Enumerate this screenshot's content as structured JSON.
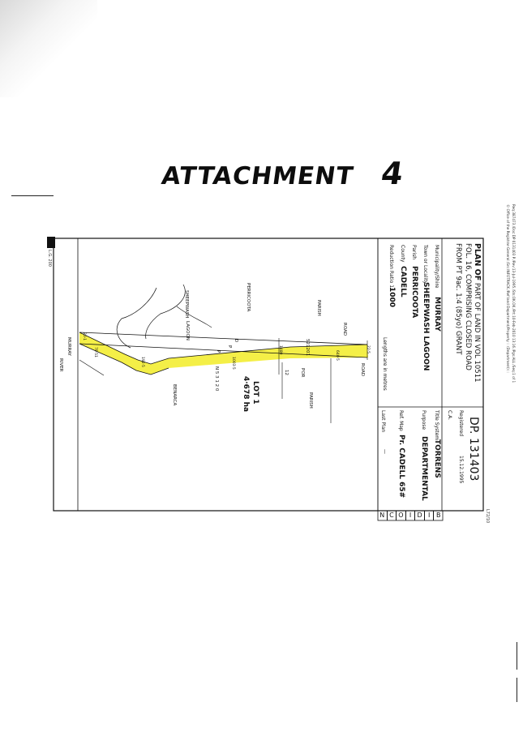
{
  "page_heading": "ATTACHMENT 4",
  "heading_number": "4",
  "heading_word": "ATTACHMENT",
  "fine_print_top": "Req:387473 /Doc:DP 0131403 P /Rev:13-Jul-1995 /Sts:OK.OK /Prt:10-Feb-2010 13:16 /Pgs:ALL /Seq:1 of 1",
  "fine_print_bottom": "© Office of the Registrar-General /Src:INFOTRACK /Ref:land Department/Property :: (Department):::",
  "plan": {
    "title_prefix": "PLAN OF",
    "title_line1": "PART OF LAND IN VOL 10511",
    "title_line2": "FOL. 16, COMPRISING CLOSED ROAD",
    "title_line3": "FROM PT 9ac. 1:4 (85yo) GRANT",
    "lga_label": "Municipality/Shire",
    "lga_value": "MURRAY",
    "locality_label": "Town or Locality",
    "locality_value": "SHEEPWASH LAGOON",
    "parish_label": "Parish",
    "parish_value": "PERRICOOTA",
    "county_label": "County",
    "county_value": "CADELL",
    "scale_label": "Reduction Ratio 1:",
    "scale_value": "1000",
    "lengths_note": "Lengths are in metres",
    "dp_number": "DP. 131403",
    "registered_label": "Registered",
    "registered_date": "15.12.1995",
    "ca_label": "C.A.",
    "title_system_label": "Title System",
    "title_system_value": "TORRENS",
    "purpose_label": "Purpose",
    "purpose_value": "DEPARTMENTAL",
    "ref_map_label": "Ref. Map",
    "ref_map_value": "Pr. CADELL 65#",
    "last_plan_label": "Last Plan",
    "last_plan_value": "—",
    "serial_boxes": [
      "N",
      "C",
      "O",
      "I",
      "D",
      "I",
      "B"
    ],
    "sheet_ref": "L72/10",
    "margin_code": "L.G. 200"
  },
  "drawing": {
    "dp_adjoining_prefix": "D",
    "dp_adjoining_p": "P",
    "dp_adjoining": "521201",
    "dp_main": "N 5 3 1 2 0",
    "dp_main_p": "P",
    "lot_label": "LOT 1",
    "lot_area": "4·678 ha",
    "parish_label_1": "PARISH",
    "parish_label_2": "PARISH",
    "por_label": "POR",
    "por_number": "12",
    "perricoota": "PERRICOOTA",
    "benarca": "BENARCA",
    "murray": "MURRAY",
    "river": "RIVER",
    "road": "ROAD",
    "lagoon": "LAGOON",
    "sheepwash": "SHEEPWASH",
    "road_width": "20·1",
    "chainage_1": "1480",
    "chainage_2": "1003·5",
    "chainage_3": "640·5",
    "chainage_4": "192·5",
    "chainage_5": "78·51",
    "chainage_6": "22·5"
  },
  "colors": {
    "highlight": "#f3ee37",
    "ink": "#111111"
  }
}
